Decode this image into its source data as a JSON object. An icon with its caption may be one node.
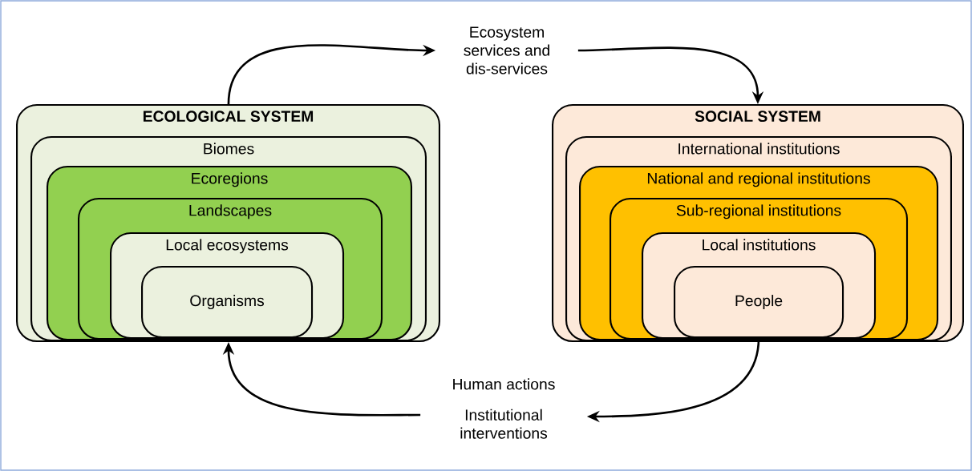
{
  "diagram": {
    "nodes": [
      {
        "text": [
          "ECOLOGICAL SYSTEM"
        ]
      },
      {
        "text": [
          "Biomes"
        ],
        "in": 0
      },
      {
        "text": [
          "Ecoregions"
        ],
        "in": 1
      },
      {
        "text": [
          "Landscapes"
        ],
        "in": 2
      },
      {
        "text": [
          "Local ecosystems"
        ],
        "in": 3
      },
      {
        "text": [
          "Organisms"
        ],
        "in": 4
      },
      {
        "text": [
          "SOCIAL SYSTEM"
        ]
      },
      {
        "text": [
          "International institutions"
        ],
        "in": 6
      },
      {
        "text": [
          "National and regional institutions"
        ],
        "in": 7
      },
      {
        "text": [
          "Sub-regional institutions"
        ],
        "in": 8
      },
      {
        "text": [
          "Local institutions"
        ],
        "in": 9
      },
      {
        "text": [
          "People"
        ],
        "in": 10
      },
      {
        "text": [
          "Ecosystem services and dis-services"
        ]
      },
      {
        "text": [
          "Human actions",
          "Institutional interventions"
        ]
      }
    ],
    "edges": [
      {
        "from": 0,
        "to": 12,
        "arrow": "to"
      },
      {
        "from": 12,
        "to": 6,
        "arrow": "to"
      },
      {
        "from": 11,
        "to": 13,
        "arrow": "to"
      },
      {
        "from": 13,
        "to": 0,
        "arrow": "to"
      }
    ]
  }
}
